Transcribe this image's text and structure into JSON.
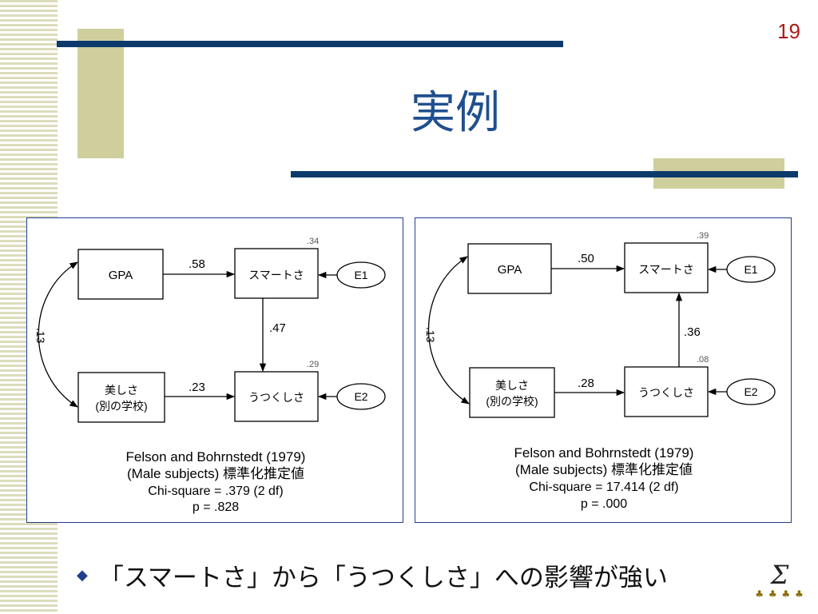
{
  "page_number": "19",
  "title": "実例",
  "bullet": "「スマートさ」から「うつくしさ」への影響が強い",
  "colors": {
    "title": "#1f4f8f",
    "rule": "#0b3a6b",
    "accent_block": "#cfcf9e",
    "page_number": "#b01818",
    "panel_border": "#1f3f8f"
  },
  "diagrams": [
    {
      "nodes": {
        "gpa": "GPA",
        "smart": "スマートさ",
        "beauty_line1": "美しさ",
        "beauty_line2": "(別の学校)",
        "looks": "うつくしさ",
        "e1": "E1",
        "e2": "E2"
      },
      "r2_smart": ".34",
      "r2_looks": ".29",
      "coef_gpa_smart": ".58",
      "coef_smart_looks": ".47",
      "coef_beauty_looks": ".23",
      "covariance": ".13",
      "caption": [
        "Felson and Bohrnstedt (1979)",
        "(Male subjects) 標準化推定値",
        "Chi-square = .379 (2 df)",
        "p = .828"
      ]
    },
    {
      "nodes": {
        "gpa": "GPA",
        "smart": "スマートさ",
        "beauty_line1": "美しさ",
        "beauty_line2": "(別の学校)",
        "looks": "うつくしさ",
        "e1": "E1",
        "e2": "E2"
      },
      "r2_smart": ".39",
      "r2_looks": ".08",
      "coef_gpa_smart": ".50",
      "coef_looks_smart": ".36",
      "coef_beauty_looks": ".28",
      "covariance": ".13",
      "caption": [
        "Felson and Bohrnstedt (1979)",
        "(Male subjects) 標準化推定値",
        "Chi-square = 17.414 (2 df)",
        "p = .000"
      ]
    }
  ],
  "icons": {
    "bullet": "diamond-bullet-icon",
    "logo": "sigma-logo-icon"
  },
  "logo": {
    "symbol": "Σ",
    "figures": "♣ ♣ ♣ ♣"
  }
}
